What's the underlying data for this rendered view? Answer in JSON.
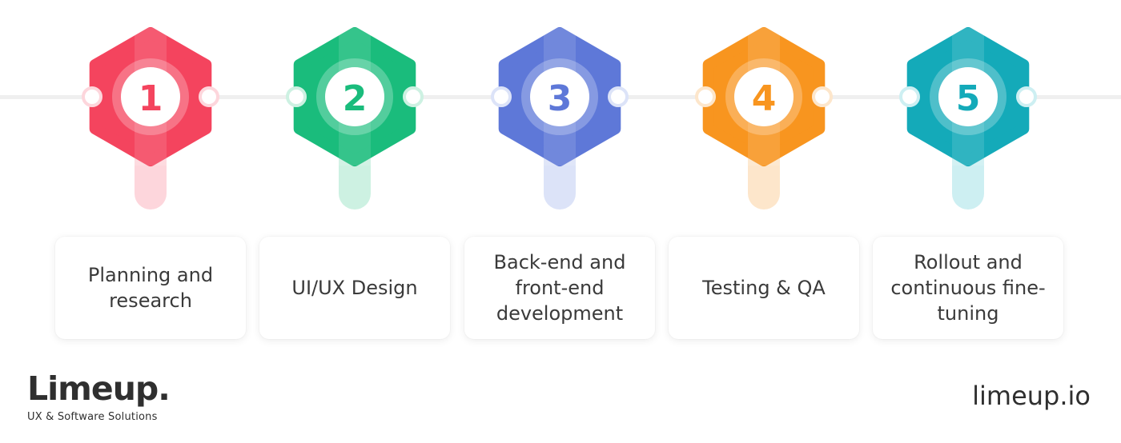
{
  "steps": [
    {
      "number": "1",
      "label": "Planning and\nresearch",
      "color": "#f4445e",
      "light": "#fdd6dc"
    },
    {
      "number": "2",
      "label": "UI/UX Design",
      "color": "#1abc7c",
      "light": "#cdf1e2"
    },
    {
      "number": "3",
      "label": "Back-end and\nfront-end\ndevelopment",
      "color": "#5e78d8",
      "light": "#dce3f8"
    },
    {
      "number": "4",
      "label": "Testing & QA",
      "color": "#f8951f",
      "light": "#fde6cb"
    },
    {
      "number": "5",
      "label": "Rollout and\ncontinuous fine-\ntuning",
      "color": "#14aab9",
      "light": "#cdeff2"
    }
  ],
  "brand": {
    "name": "Limeup.",
    "tagline": "UX & Software Solutions",
    "website": "limeup.io"
  },
  "line_color": "#efefef"
}
